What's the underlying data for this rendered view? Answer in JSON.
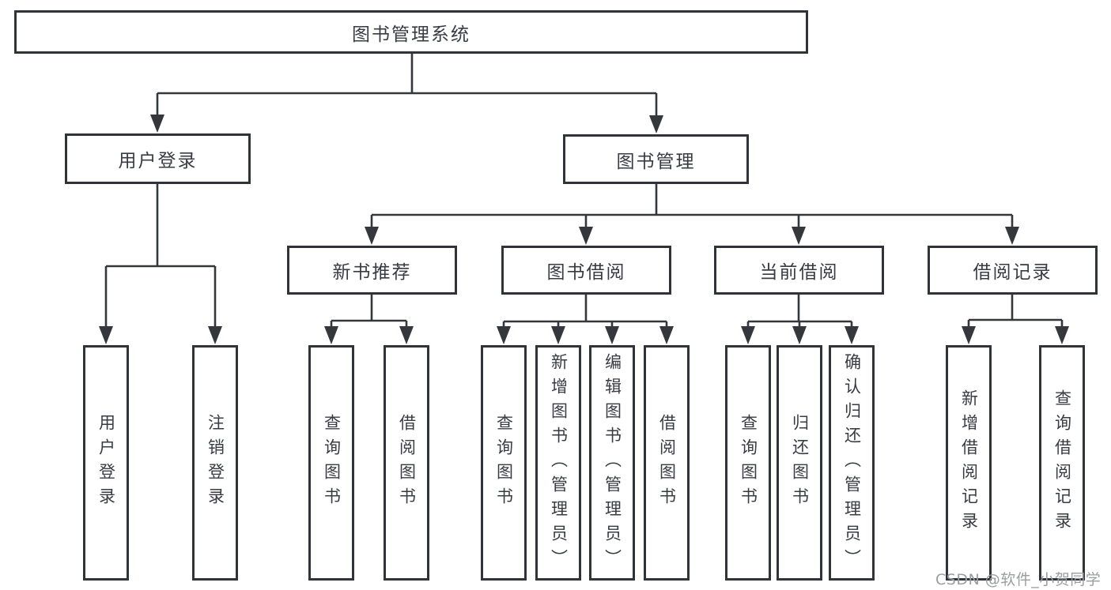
{
  "tree": {
    "root": {
      "label": "图书管理系统",
      "children": [
        {
          "label": "用户登录",
          "children": [
            {
              "label": "用户登录"
            },
            {
              "label": "注销登录"
            }
          ]
        },
        {
          "label": "图书管理",
          "children": [
            {
              "label": "新书推荐",
              "children": [
                {
                  "label": "查询图书"
                },
                {
                  "label": "借阅图书"
                }
              ]
            },
            {
              "label": "图书借阅",
              "children": [
                {
                  "label": "查询图书"
                },
                {
                  "label": "新增图书（管理员）"
                },
                {
                  "label": "编辑图书（管理员）"
                },
                {
                  "label": "借阅图书"
                }
              ]
            },
            {
              "label": "当前借阅",
              "children": [
                {
                  "label": "查询图书"
                },
                {
                  "label": "归还图书"
                },
                {
                  "label": "确认归还（管理员）"
                }
              ]
            },
            {
              "label": "借阅记录",
              "children": [
                {
                  "label": "新增借阅记录"
                },
                {
                  "label": "查询借阅记录"
                }
              ]
            }
          ]
        }
      ]
    }
  },
  "watermark": {
    "text": "CSDN @软件_小贺同学"
  },
  "colors": {
    "line": "#34373b",
    "box_border": "#303338",
    "text": "#383c42",
    "background": "#ffffff",
    "watermark": "#9b9da0"
  }
}
